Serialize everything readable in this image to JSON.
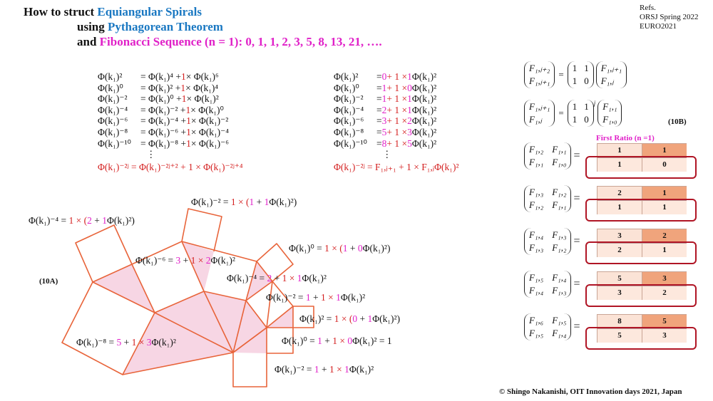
{
  "title": {
    "line1_a": "How to struct ",
    "line1_b": "Equiangular Spirals",
    "line2_a": "using ",
    "line2_b": "Pythagorean Theorem",
    "line3_a": "and ",
    "line3_b": "Fibonacci Sequence (n = 1)",
    "line3_c": ":  0, 1, 1, 2, 3, 5, 8, 13, 21, …."
  },
  "refs": [
    "Refs.",
    "ORSJ Spring 2022",
    "EURO2021"
  ],
  "left_equations": [
    {
      "lhs": "Φ(k₁)²",
      "a": "= Φ(k₁)⁴ + ",
      "one": "1",
      "b": " × Φ(k₁)⁶"
    },
    {
      "lhs": "Φ(k₁)⁰",
      "a": "= Φ(k₁)² + ",
      "one": "1",
      "b": " × Φ(k₁)⁴"
    },
    {
      "lhs": "Φ(k₁)⁻²",
      "a": "= Φ(k₁)⁰ + ",
      "one": "1",
      "b": " × Φ(k₁)²"
    },
    {
      "lhs": "Φ(k₁)⁻⁴",
      "a": "= Φ(k₁)⁻² + ",
      "one": "1",
      "b": " × Φ(k₁)⁰"
    },
    {
      "lhs": "Φ(k₁)⁻⁶",
      "a": "= Φ(k₁)⁻⁴ + ",
      "one": "1",
      "b": " × Φ(k₁)⁻²"
    },
    {
      "lhs": "Φ(k₁)⁻⁸",
      "a": "= Φ(k₁)⁻⁶ + ",
      "one": "1",
      "b": " × Φ(k₁)⁻⁴"
    },
    {
      "lhs": "Φ(k₁)⁻¹⁰",
      "a": "= Φ(k₁)⁻⁸ + ",
      "one": "1",
      "b": " × Φ(k₁)⁻⁶"
    }
  ],
  "left_general": "Φ(k₁)⁻²ʲ = Φ(k₁)⁻²ʲ⁺² + 1 × Φ(k₁)⁻²ʲ⁺⁴",
  "right_equations": [
    {
      "lhs": "Φ(k₁)²",
      "c1": "0",
      "mid": " + 1 × ",
      "c2": "1",
      "tail": "Φ(k₁)²"
    },
    {
      "lhs": "Φ(k₁)⁰",
      "c1": "1",
      "mid": " + 1 × ",
      "c2": "0",
      "tail": "Φ(k₁)²"
    },
    {
      "lhs": "Φ(k₁)⁻²",
      "c1": "1",
      "mid": " + 1 × ",
      "c2": "1",
      "tail": "Φ(k₁)²"
    },
    {
      "lhs": "Φ(k₁)⁻⁴",
      "c1": "2",
      "mid": " + 1 × ",
      "c2": "1",
      "tail": "Φ(k₁)²"
    },
    {
      "lhs": "Φ(k₁)⁻⁶",
      "c1": "3",
      "mid": " + 1 × ",
      "c2": "2",
      "tail": "Φ(k₁)²"
    },
    {
      "lhs": "Φ(k₁)⁻⁸",
      "c1": "5",
      "mid": " + 1 × ",
      "c2": "3",
      "tail": "Φ(k₁)²"
    },
    {
      "lhs": "Φ(k₁)⁻¹⁰",
      "c1": "8",
      "mid": " + 1 × ",
      "c2": "5",
      "tail": "Φ(k₁)²"
    }
  ],
  "right_general": "Φ(k₁)⁻²ʲ = F₁,ⱼ₊₁ + 1 × F₁,ⱼΦ(k₁)²",
  "vdots": "⋮",
  "recurrence": {
    "m1": [
      "F₁,ⱼ₊₂",
      "F₁,ⱼ₊₁"
    ],
    "q": [
      "1",
      "1",
      "1",
      "0"
    ],
    "m2": [
      "F₁,ⱼ₊₁",
      "F₁,ⱼ"
    ],
    "m3": [
      "F₁,ⱼ₊₁",
      "F₁,ⱼ"
    ],
    "pow": "j",
    "m4": [
      "F₁,₁",
      "F₁,₀"
    ],
    "eq": "="
  },
  "label_10b": "(10B)",
  "label_10a": "(10A)",
  "first_ratio": "First Ratio (n =1)",
  "ratio_rows": [
    {
      "m": [
        "F₁,₂",
        "F₁,₁",
        "F₁,₁",
        "F₁,₀"
      ],
      "v": [
        "1",
        "1",
        "1",
        "0"
      ]
    },
    {
      "m": [
        "F₁,₃",
        "F₁,₂",
        "F₁,₂",
        "F₁,₁"
      ],
      "v": [
        "2",
        "1",
        "1",
        "1"
      ]
    },
    {
      "m": [
        "F₁,₄",
        "F₁,₃",
        "F₁,₃",
        "F₁,₂"
      ],
      "v": [
        "3",
        "2",
        "2",
        "1"
      ]
    },
    {
      "m": [
        "F₁,₅",
        "F₁,₄",
        "F₁,₄",
        "F₁,₃"
      ],
      "v": [
        "5",
        "3",
        "3",
        "2"
      ]
    },
    {
      "m": [
        "F₁,₆",
        "F₁,₅",
        "F₁,₅",
        "F₁,₄"
      ],
      "v": [
        "8",
        "5",
        "5",
        "3"
      ]
    }
  ],
  "diagram_labels": [
    {
      "a": "Φ(k₁)⁻² = ",
      "b": "1",
      "c": " × (",
      "d": "1",
      "e": " + ",
      "f": "1",
      "g": "Φ(k₁)²)"
    },
    {
      "a": "Φ(k₁)⁻⁴ = ",
      "b": "1",
      "c": " × (",
      "d": "2",
      "e": " + ",
      "f": "1",
      "g": "Φ(k₁)²)"
    },
    {
      "a": "Φ(k₁)⁰ = ",
      "b": "1",
      "c": " × (",
      "d": "1",
      "e": " + ",
      "f": "0",
      "g": "Φ(k₁)²)"
    },
    {
      "a": "Φ(k₁)⁻⁶ = ",
      "b": "3",
      "c": " + ",
      "d": "1",
      "e": " × ",
      "f": "2",
      "g": "Φ(k₁)²"
    },
    {
      "a": "Φ(k₁)⁻⁴ = ",
      "b": "2",
      "c": " + ",
      "d": "1",
      "e": " × ",
      "f": "1",
      "g": "Φ(k₁)²"
    },
    {
      "a": "Φ(k₁)⁻² = ",
      "b": "1",
      "c": " + ",
      "d": "1",
      "e": " × ",
      "f": "1",
      "g": "Φ(k₁)²"
    },
    {
      "a": "Φ(k₁)² = ",
      "b": "1",
      "c": " × (",
      "d": "0",
      "e": " + ",
      "f": "1",
      "g": "Φ(k₁)²)"
    },
    {
      "a": "Φ(k₁)⁻⁸ = ",
      "b": "5",
      "c": " + ",
      "d": "1",
      "e": " × ",
      "f": "3",
      "g": "Φ(k₁)²"
    },
    {
      "a": "Φ(k₁)⁰ = ",
      "b": "1",
      "c": " + ",
      "d": "1",
      "e": " × ",
      "f": "0",
      "g": "Φ(k₁)² = 1"
    },
    {
      "a": "Φ(k₁)⁻² = ",
      "b": "1",
      "c": " + ",
      "d": "1",
      "e": " × ",
      "f": "1",
      "g": "Φ(k₁)²"
    }
  ],
  "copyright": "© Shingo Nakanishi, OIT Innovation  days 2021, Japan",
  "colors": {
    "stroke": "#e8643a",
    "fill": "#f7d6e4",
    "blue": "#1a78c2",
    "magenta": "#e020c8",
    "red": "#d42020",
    "cell_light": "#fbe3d6",
    "cell_dark": "#f0a47c",
    "box": "#b01525"
  }
}
